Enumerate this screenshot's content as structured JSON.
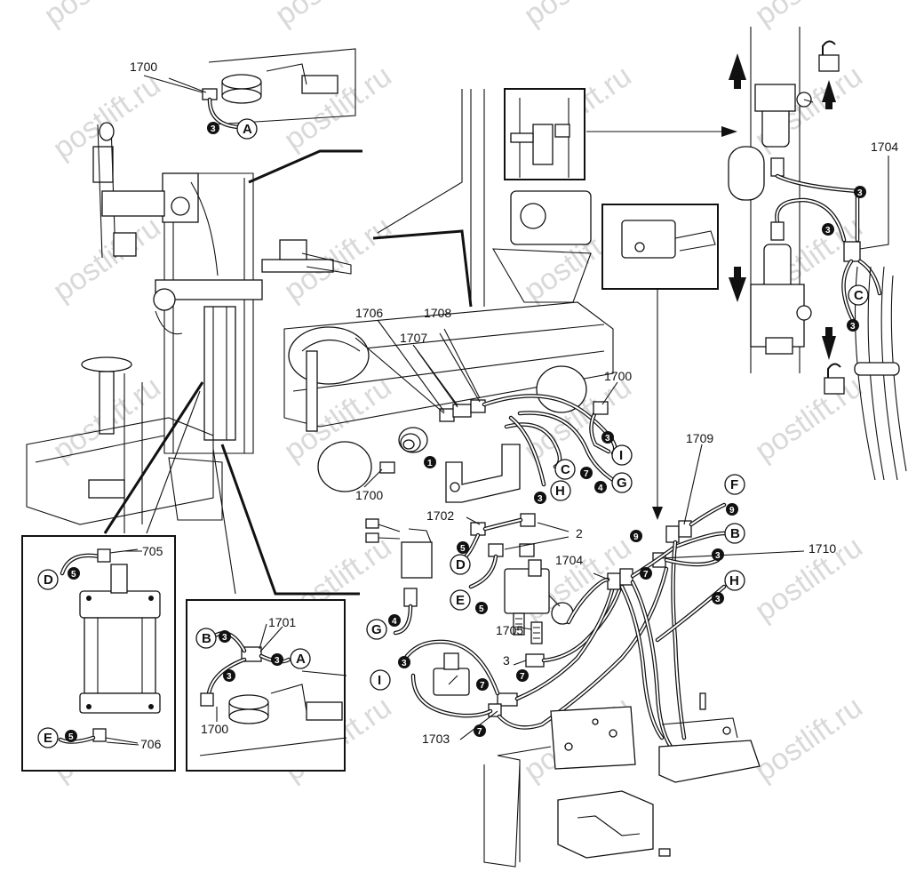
{
  "diagram": {
    "watermark": "postlift.ru",
    "part_numbers": {
      "p1700_a": "1700",
      "p1700_b": "1700",
      "p1700_c": "1700",
      "p1700_d": "1700",
      "p705": "705",
      "p706": "706",
      "p1701": "1701",
      "p1702": "1702",
      "p1703": "1703",
      "p1704_a": "1704",
      "p1704_b": "1704",
      "p1705": "1705",
      "p1706": "1706",
      "p1707": "1707",
      "p1708": "1708",
      "p1709": "1709",
      "p1710": "1710",
      "p2": "2",
      "p3": "3"
    },
    "connection_letters": {
      "A": "A",
      "B": "B",
      "C": "C",
      "D": "D",
      "E": "E",
      "F": "F",
      "G": "G",
      "H": "H",
      "I": "I"
    },
    "hose_numbers": {
      "n1": "1",
      "n3": "3",
      "n4": "4",
      "n5": "5",
      "n7": "7",
      "n9": "9"
    }
  }
}
